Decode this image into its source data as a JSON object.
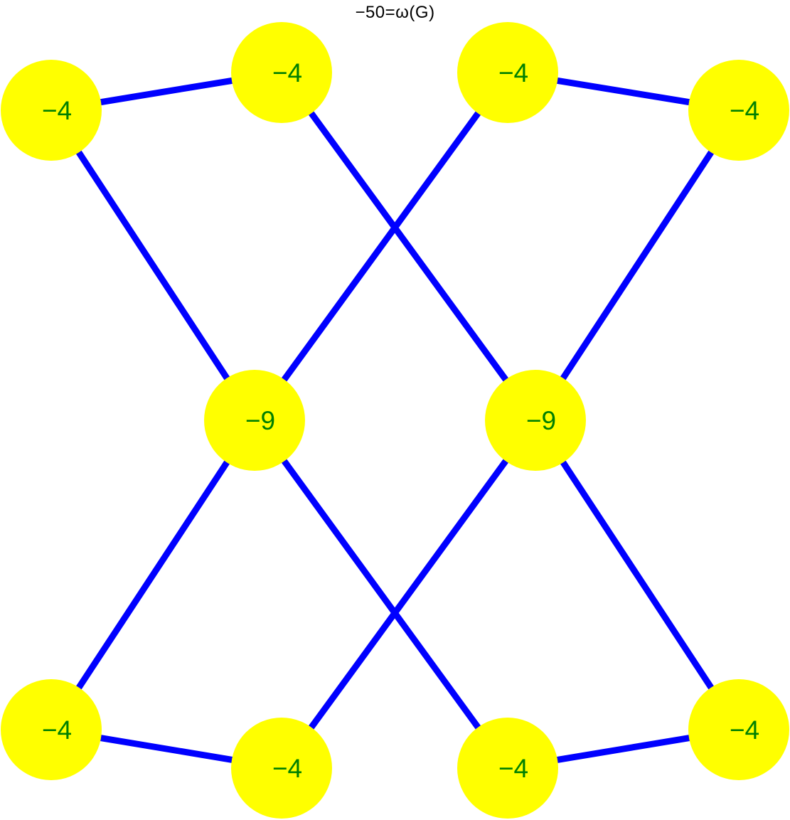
{
  "title": "−50=ω(G)",
  "colors": {
    "edge": "#0000ff",
    "node_fill": "#ffff00",
    "node_label": "#008000",
    "title": "#000000"
  },
  "graph": {
    "nodes": [
      {
        "id": "top-left-outer",
        "label": "−4"
      },
      {
        "id": "top-left-inner",
        "label": "−4"
      },
      {
        "id": "top-right-inner",
        "label": "−4"
      },
      {
        "id": "top-right-outer",
        "label": "−4"
      },
      {
        "id": "middle-left",
        "label": "−9"
      },
      {
        "id": "middle-right",
        "label": "−9"
      },
      {
        "id": "bottom-left-outer",
        "label": "−4"
      },
      {
        "id": "bottom-left-inner",
        "label": "−4"
      },
      {
        "id": "bottom-right-inner",
        "label": "−4"
      },
      {
        "id": "bottom-right-outer",
        "label": "−4"
      }
    ],
    "edges": [
      [
        "top-left-outer",
        "top-left-inner"
      ],
      [
        "top-left-outer",
        "middle-left"
      ],
      [
        "top-left-inner",
        "middle-right"
      ],
      [
        "top-right-inner",
        "middle-left"
      ],
      [
        "top-right-inner",
        "top-right-outer"
      ],
      [
        "top-right-outer",
        "middle-right"
      ],
      [
        "middle-left",
        "bottom-left-outer"
      ],
      [
        "middle-left",
        "bottom-right-inner"
      ],
      [
        "middle-right",
        "bottom-left-inner"
      ],
      [
        "middle-right",
        "bottom-right-outer"
      ],
      [
        "bottom-left-outer",
        "bottom-left-inner"
      ],
      [
        "bottom-right-inner",
        "bottom-right-outer"
      ]
    ]
  }
}
